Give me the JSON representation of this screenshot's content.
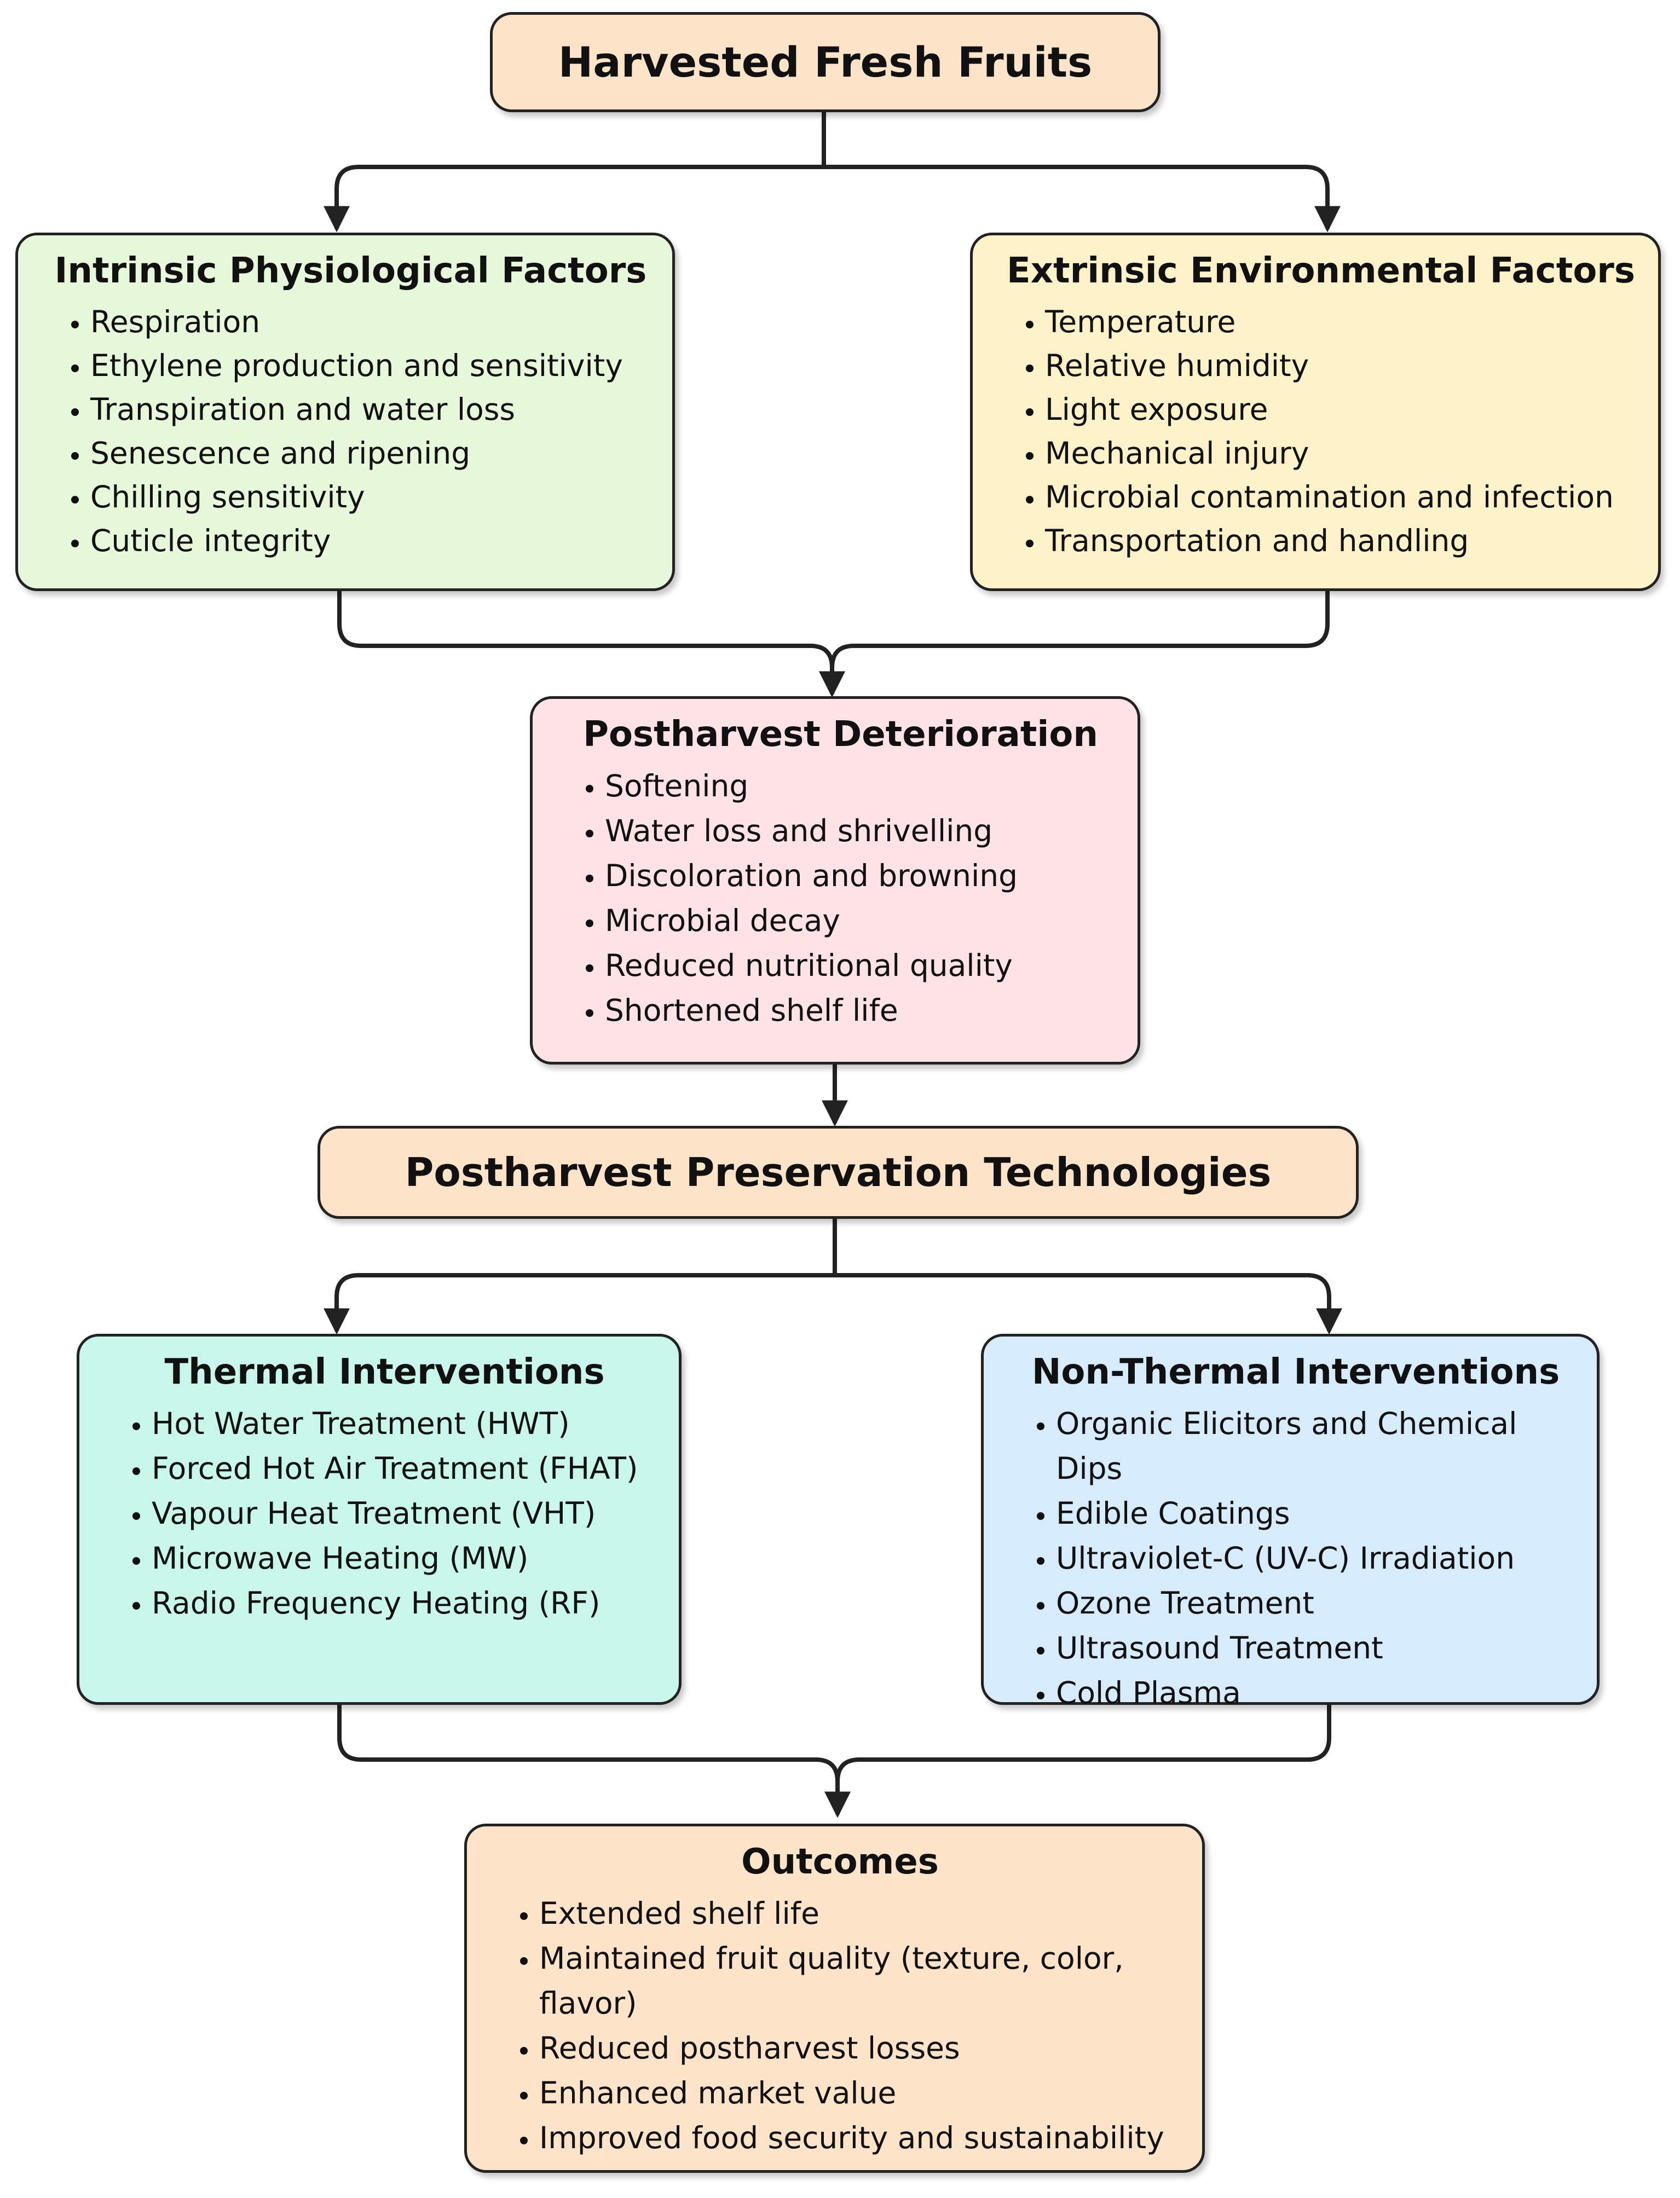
{
  "title": "Harvested Fresh Fruits",
  "colors": {
    "peach": "#fde3c8",
    "green": "#e6f8d9",
    "yellow": "#fdf1c8",
    "pink": "#fde3e6",
    "teal": "#c8f6ea",
    "blue": "#d6ecfd",
    "stroke": "#222222"
  },
  "intrinsic": {
    "heading": "Intrinsic Physiological Factors",
    "items": [
      "Respiration",
      "Ethylene production and sensitivity",
      "Transpiration and water loss",
      "Senescence and ripening",
      "Chilling sensitivity",
      "Cuticle integrity"
    ]
  },
  "extrinsic": {
    "heading": "Extrinsic Environmental Factors",
    "items": [
      "Temperature",
      "Relative humidity",
      "Light exposure",
      "Mechanical injury",
      "Microbial contamination and infection",
      "Transportation and handling"
    ]
  },
  "deterioration": {
    "heading": "Postharvest Deterioration",
    "items": [
      "Softening",
      "Water loss and shrivelling",
      "Discoloration and browning",
      "Microbial decay",
      "Reduced nutritional quality",
      "Shortened shelf life"
    ]
  },
  "technologies": "Postharvest Preservation Technologies",
  "thermal": {
    "heading": "Thermal Interventions",
    "items": [
      "Hot Water Treatment (HWT)",
      "Forced Hot Air Treatment (FHAT)",
      "Vapour Heat Treatment (VHT)",
      "Microwave Heating (MW)",
      "Radio Frequency Heating (RF)"
    ]
  },
  "nonthermal": {
    "heading": "Non-Thermal Interventions",
    "items": [
      "Organic Elicitors and Chemical Dips",
      "Edible Coatings",
      "Ultraviolet-C (UV-C) Irradiation",
      "Ozone Treatment",
      "Ultrasound Treatment",
      "Cold Plasma"
    ]
  },
  "outcomes": {
    "heading": "Outcomes",
    "items": [
      "Extended shelf life",
      "Maintained fruit quality (texture, color, flavor)",
      "Reduced postharvest losses",
      "Enhanced market value",
      "Improved food security and sustainability"
    ]
  }
}
